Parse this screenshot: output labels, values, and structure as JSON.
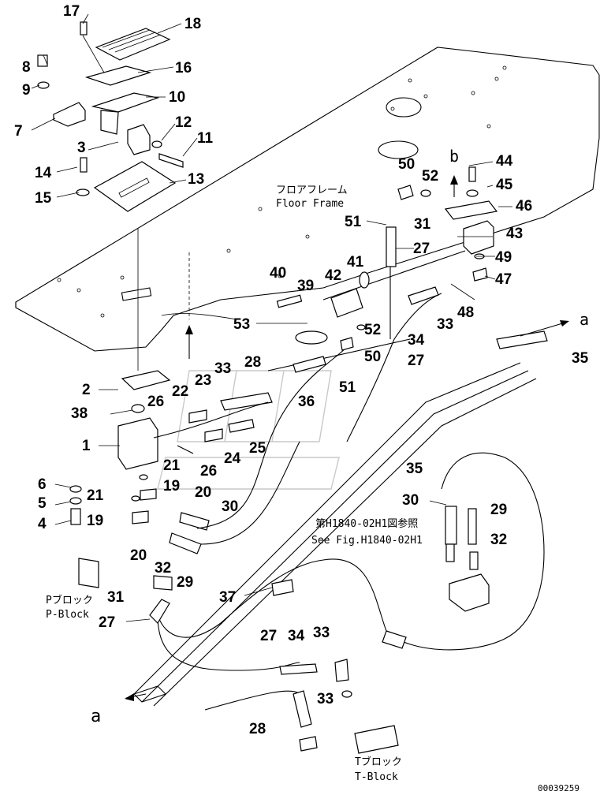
{
  "figure": {
    "drawing_number": "00039259",
    "floor_frame_label_jp": "フロアフレーム",
    "floor_frame_label_en": "Floor Frame",
    "see_fig_jp": "第H1840-02H1図参照",
    "see_fig_en": "See Fig.H1840-02H1",
    "p_block_jp": "Pブロック",
    "p_block_en": "P-Block",
    "t_block_jp": "Tブロック",
    "t_block_en": "T-Block",
    "ref_a_top": "a",
    "ref_a_bottom": "a",
    "ref_b": "b"
  },
  "callouts": [
    {
      "id": "c17",
      "text": "17"
    },
    {
      "id": "c18",
      "text": "18"
    },
    {
      "id": "c8",
      "text": "8"
    },
    {
      "id": "c16",
      "text": "16"
    },
    {
      "id": "c9",
      "text": "9"
    },
    {
      "id": "c10",
      "text": "10"
    },
    {
      "id": "c7",
      "text": "7"
    },
    {
      "id": "c12",
      "text": "12"
    },
    {
      "id": "c3",
      "text": "3"
    },
    {
      "id": "c11",
      "text": "11"
    },
    {
      "id": "c14",
      "text": "14"
    },
    {
      "id": "c13",
      "text": "13"
    },
    {
      "id": "c15",
      "text": "15"
    },
    {
      "id": "c50a",
      "text": "50"
    },
    {
      "id": "c52a",
      "text": "52"
    },
    {
      "id": "c44",
      "text": "44"
    },
    {
      "id": "c45",
      "text": "45"
    },
    {
      "id": "c46",
      "text": "46"
    },
    {
      "id": "c51a",
      "text": "51"
    },
    {
      "id": "c31a",
      "text": "31"
    },
    {
      "id": "c43",
      "text": "43"
    },
    {
      "id": "c27a",
      "text": "27"
    },
    {
      "id": "c49",
      "text": "49"
    },
    {
      "id": "c41",
      "text": "41"
    },
    {
      "id": "c40",
      "text": "40"
    },
    {
      "id": "c42",
      "text": "42"
    },
    {
      "id": "c47",
      "text": "47"
    },
    {
      "id": "c39",
      "text": "39"
    },
    {
      "id": "c48",
      "text": "48"
    },
    {
      "id": "c53",
      "text": "53"
    },
    {
      "id": "c33a",
      "text": "33"
    },
    {
      "id": "c52b",
      "text": "52"
    },
    {
      "id": "c34a",
      "text": "34"
    },
    {
      "id": "c50b",
      "text": "50"
    },
    {
      "id": "c27b",
      "text": "27"
    },
    {
      "id": "c35a",
      "text": "35"
    },
    {
      "id": "c33b",
      "text": "33"
    },
    {
      "id": "c28a",
      "text": "28"
    },
    {
      "id": "c23",
      "text": "23"
    },
    {
      "id": "c51b",
      "text": "51"
    },
    {
      "id": "c2",
      "text": "2"
    },
    {
      "id": "c22",
      "text": "22"
    },
    {
      "id": "c26a",
      "text": "26"
    },
    {
      "id": "c36",
      "text": "36"
    },
    {
      "id": "c38",
      "text": "38"
    },
    {
      "id": "c1",
      "text": "1"
    },
    {
      "id": "c25",
      "text": "25"
    },
    {
      "id": "c24",
      "text": "24"
    },
    {
      "id": "c35b",
      "text": "35"
    },
    {
      "id": "c21a",
      "text": "21"
    },
    {
      "id": "c26b",
      "text": "26"
    },
    {
      "id": "c6",
      "text": "6"
    },
    {
      "id": "c19a",
      "text": "19"
    },
    {
      "id": "c20a",
      "text": "20"
    },
    {
      "id": "c30a",
      "text": "30"
    },
    {
      "id": "c5",
      "text": "5"
    },
    {
      "id": "c21b",
      "text": "21"
    },
    {
      "id": "c30b",
      "text": "30"
    },
    {
      "id": "c29a",
      "text": "29"
    },
    {
      "id": "c4",
      "text": "4"
    },
    {
      "id": "c19b",
      "text": "19"
    },
    {
      "id": "c32a",
      "text": "32"
    },
    {
      "id": "c20b",
      "text": "20"
    },
    {
      "id": "c32b",
      "text": "32"
    },
    {
      "id": "c29b",
      "text": "29"
    },
    {
      "id": "c31b",
      "text": "31"
    },
    {
      "id": "c37",
      "text": "37"
    },
    {
      "id": "c27c",
      "text": "27"
    },
    {
      "id": "c27d",
      "text": "27"
    },
    {
      "id": "c34b",
      "text": "34"
    },
    {
      "id": "c33c",
      "text": "33"
    },
    {
      "id": "c33d",
      "text": "33"
    },
    {
      "id": "c28b",
      "text": "28"
    }
  ]
}
